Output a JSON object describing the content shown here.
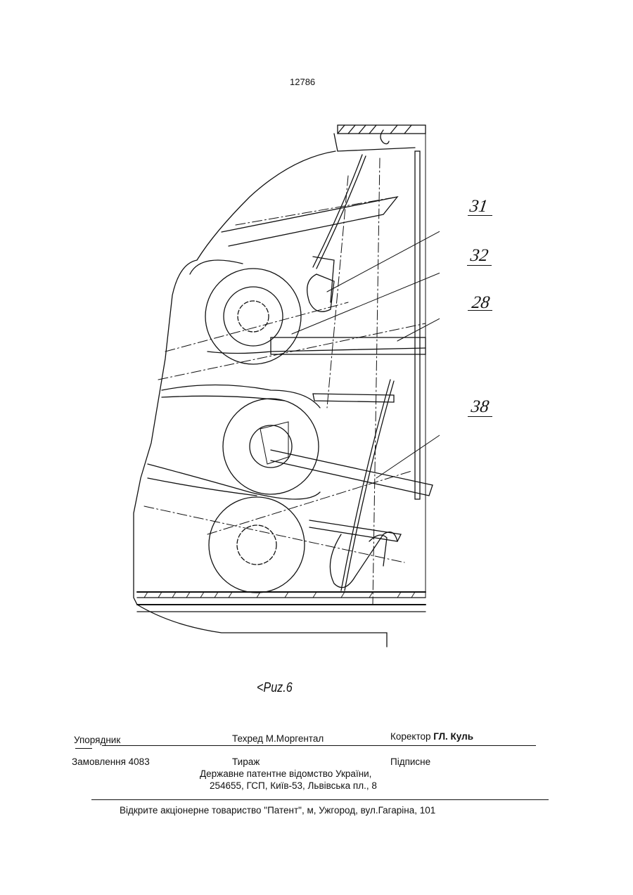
{
  "page": {
    "number": "12786"
  },
  "figure": {
    "callouts": [
      "31",
      "32",
      "28",
      "38"
    ],
    "caption": "<Puz.6"
  },
  "imprint": {
    "compiler_label": "Упорядник",
    "tech_editor": "Техред М.Моргентал",
    "proofreader_label": "Коректор",
    "proofreader_name": "ГЛ. Куль",
    "order": "Замовлення 4083",
    "circulation": "Тираж",
    "subscription": "Підписне",
    "office_line1": "Державне патентне відомство України,",
    "office_line2": "254655, ГСП, Київ-53, Львівська пл., 8",
    "printer": "Відкрите акціонерне товариство \"Патент\", м, Ужгород, вул.Гагаріна, 101"
  }
}
